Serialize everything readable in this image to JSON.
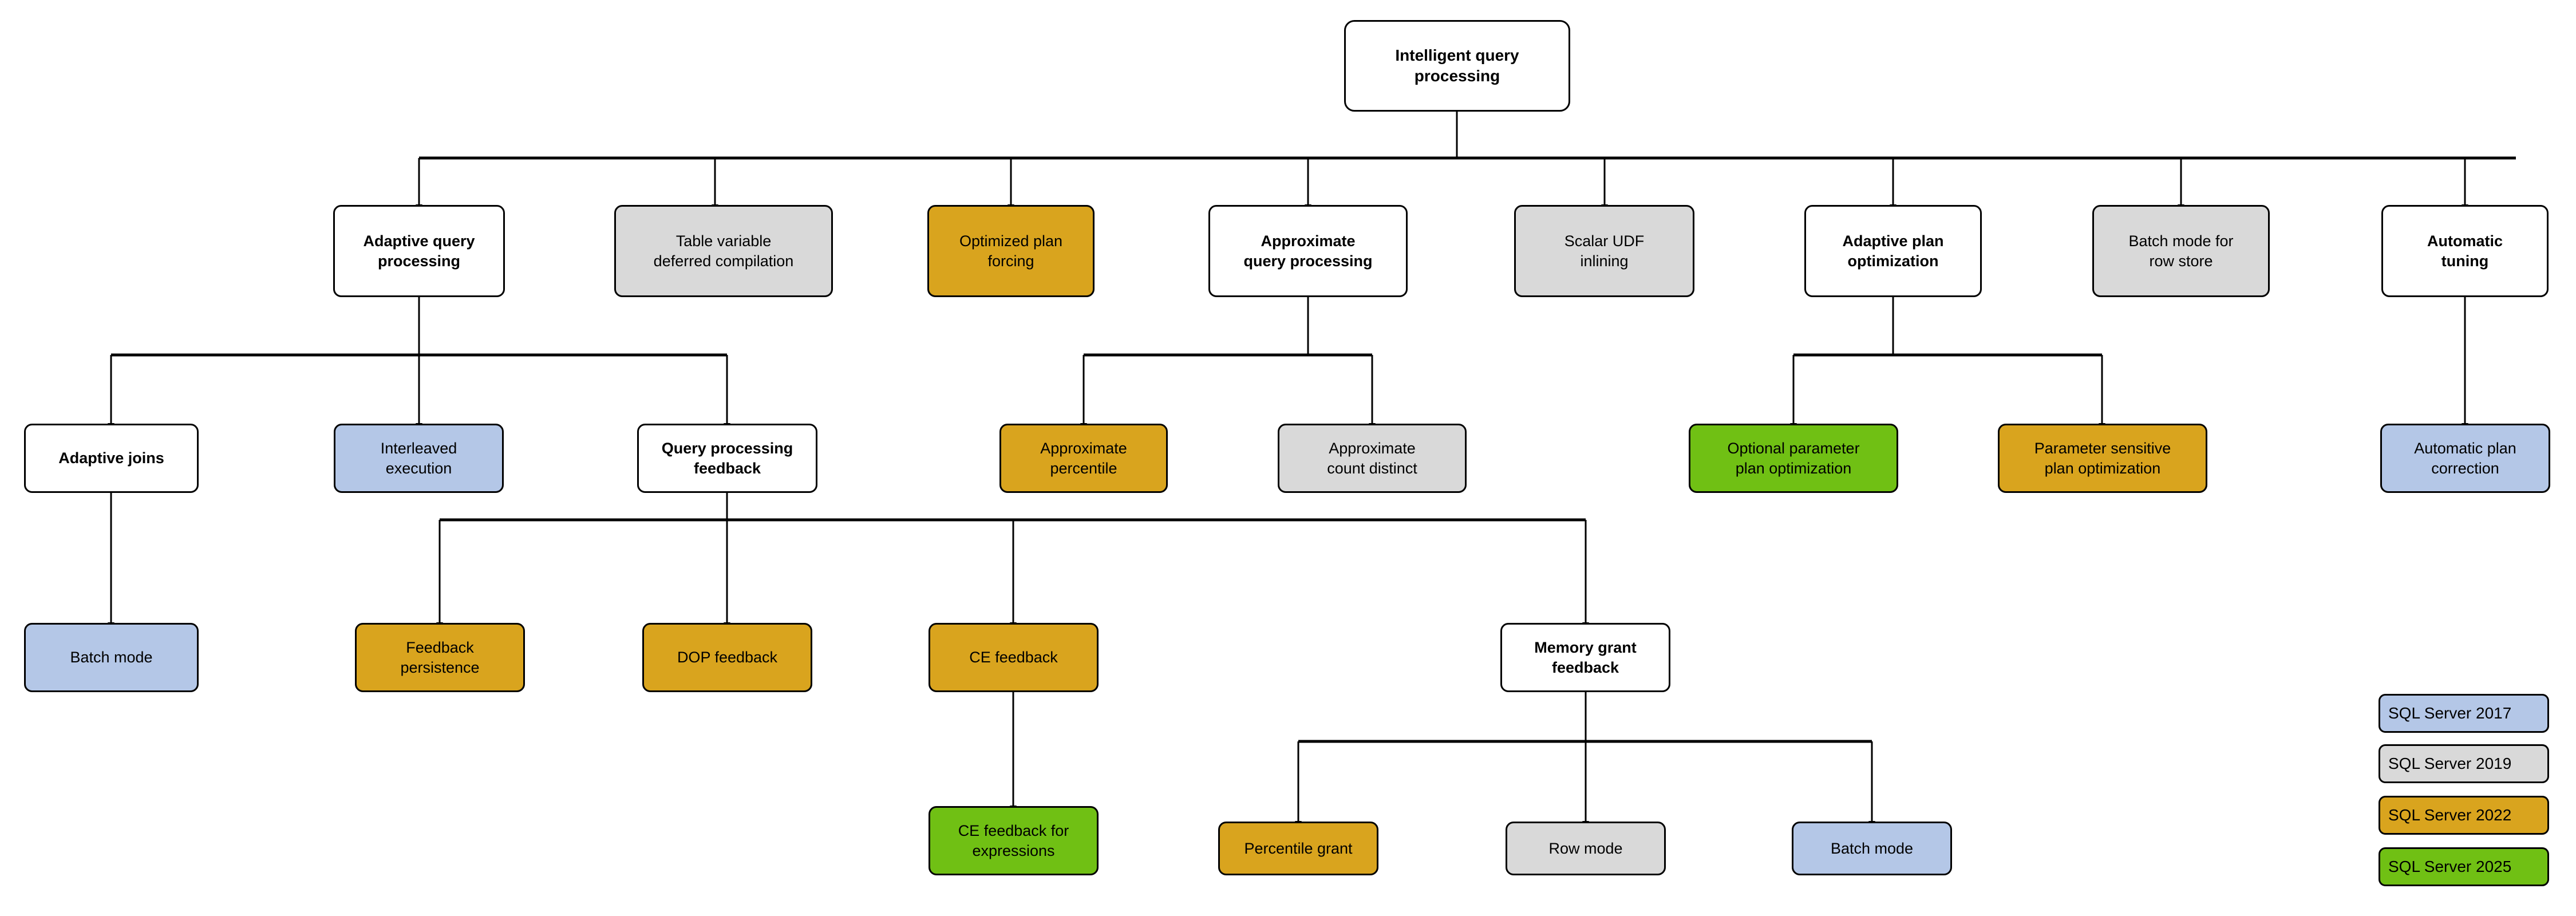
{
  "diagram": {
    "title": "Intelligent query processing",
    "type": "tree",
    "colors": {
      "sql2017": "#b4c7e7",
      "sql2019": "#d9d9d9",
      "sql2022": "#d9a41e",
      "sql2025": "#70c014",
      "neutral": "#ffffff",
      "stroke": "#000000"
    }
  },
  "nodes": {
    "root": {
      "label": "Intelligent query\nprocessing",
      "fill": "neutral"
    },
    "adaptive_query_processing": {
      "label": "Adaptive query\nprocessing",
      "fill": "neutral"
    },
    "table_variable_deferred": {
      "label": "Table variable\ndeferred compilation",
      "fill": "sql2019"
    },
    "optimized_plan_forcing": {
      "label": "Optimized plan\nforcing",
      "fill": "sql2022"
    },
    "approximate_query_processing": {
      "label": "Approximate\nquery processing",
      "fill": "neutral"
    },
    "scalar_udf_inlining": {
      "label": "Scalar UDF\ninlining",
      "fill": "sql2019"
    },
    "adaptive_plan_optimization": {
      "label": "Adaptive plan\noptimization",
      "fill": "neutral"
    },
    "batch_mode_row_store": {
      "label": "Batch mode for\nrow store",
      "fill": "sql2019"
    },
    "automatic_tuning": {
      "label": "Automatic\ntuning",
      "fill": "neutral"
    },
    "adaptive_joins": {
      "label": "Adaptive joins",
      "fill": "neutral"
    },
    "interleaved_execution": {
      "label": "Interleaved\nexecution",
      "fill": "sql2017"
    },
    "query_processing_feedback": {
      "label": "Query processing\nfeedback",
      "fill": "neutral"
    },
    "approximate_percentile": {
      "label": "Approximate\npercentile",
      "fill": "sql2022"
    },
    "approximate_count_distinct": {
      "label": "Approximate\ncount distinct",
      "fill": "sql2019"
    },
    "optional_parameter_plan_optimization": {
      "label": "Optional parameter\nplan optimization",
      "fill": "sql2025"
    },
    "parameter_sensitive_plan_optimization": {
      "label": "Parameter sensitive\nplan optimization",
      "fill": "sql2022"
    },
    "automatic_plan_correction": {
      "label": "Automatic plan\ncorrection",
      "fill": "sql2017"
    },
    "batch_mode_aj": {
      "label": "Batch mode",
      "fill": "sql2017"
    },
    "feedback_persistence": {
      "label": "Feedback\npersistence",
      "fill": "sql2022"
    },
    "dop_feedback": {
      "label": "DOP feedback",
      "fill": "sql2022"
    },
    "ce_feedback": {
      "label": "CE feedback",
      "fill": "sql2022"
    },
    "memory_grant_feedback": {
      "label": "Memory grant\nfeedback",
      "fill": "neutral"
    },
    "ce_feedback_for_expressions": {
      "label": "CE feedback for\nexpressions",
      "fill": "sql2025"
    },
    "percentile_grant": {
      "label": "Percentile grant",
      "fill": "sql2022"
    },
    "row_mode": {
      "label": "Row mode",
      "fill": "sql2019"
    },
    "batch_mode_mgf": {
      "label": "Batch mode",
      "fill": "sql2017"
    }
  },
  "legend": {
    "items": [
      {
        "label": "SQL Server 2017",
        "fill": "sql2017"
      },
      {
        "label": "SQL Server 2019",
        "fill": "sql2019"
      },
      {
        "label": "SQL Server 2022",
        "fill": "sql2022"
      },
      {
        "label": "SQL Server 2025",
        "fill": "sql2025"
      }
    ]
  },
  "edges": [
    {
      "from": "root",
      "to": "adaptive_query_processing"
    },
    {
      "from": "root",
      "to": "table_variable_deferred"
    },
    {
      "from": "root",
      "to": "optimized_plan_forcing"
    },
    {
      "from": "root",
      "to": "approximate_query_processing"
    },
    {
      "from": "root",
      "to": "scalar_udf_inlining"
    },
    {
      "from": "root",
      "to": "adaptive_plan_optimization"
    },
    {
      "from": "root",
      "to": "batch_mode_row_store"
    },
    {
      "from": "root",
      "to": "automatic_tuning"
    },
    {
      "from": "adaptive_query_processing",
      "to": "adaptive_joins"
    },
    {
      "from": "adaptive_query_processing",
      "to": "interleaved_execution"
    },
    {
      "from": "adaptive_query_processing",
      "to": "query_processing_feedback"
    },
    {
      "from": "approximate_query_processing",
      "to": "approximate_percentile"
    },
    {
      "from": "approximate_query_processing",
      "to": "approximate_count_distinct"
    },
    {
      "from": "adaptive_plan_optimization",
      "to": "optional_parameter_plan_optimization"
    },
    {
      "from": "adaptive_plan_optimization",
      "to": "parameter_sensitive_plan_optimization"
    },
    {
      "from": "automatic_tuning",
      "to": "automatic_plan_correction"
    },
    {
      "from": "adaptive_joins",
      "to": "batch_mode_aj"
    },
    {
      "from": "query_processing_feedback",
      "to": "feedback_persistence"
    },
    {
      "from": "query_processing_feedback",
      "to": "dop_feedback"
    },
    {
      "from": "query_processing_feedback",
      "to": "ce_feedback"
    },
    {
      "from": "query_processing_feedback",
      "to": "memory_grant_feedback"
    },
    {
      "from": "ce_feedback",
      "to": "ce_feedback_for_expressions"
    },
    {
      "from": "memory_grant_feedback",
      "to": "percentile_grant"
    },
    {
      "from": "memory_grant_feedback",
      "to": "row_mode"
    },
    {
      "from": "memory_grant_feedback",
      "to": "batch_mode_mgf"
    }
  ]
}
